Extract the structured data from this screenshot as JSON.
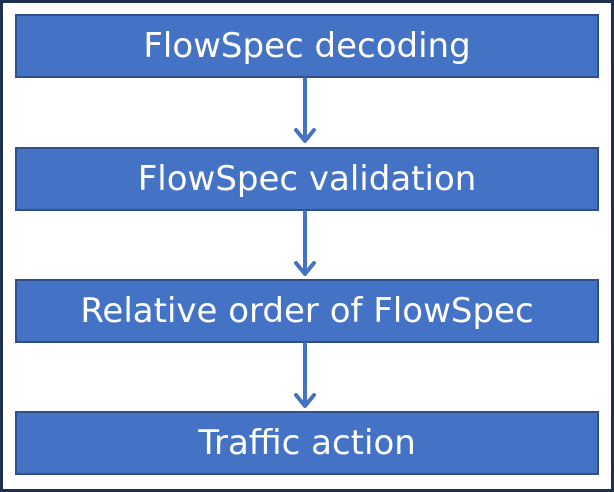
{
  "steps": [
    {
      "label": "FlowSpec decoding"
    },
    {
      "label": "FlowSpec validation"
    },
    {
      "label": "Relative order of FlowSpec"
    },
    {
      "label": "Traffic action"
    }
  ],
  "colors": {
    "box_fill": "#4472c4",
    "box_border": "#2f4f86",
    "arrow": "#4472c4",
    "frame_border": "#1f2f4f"
  }
}
